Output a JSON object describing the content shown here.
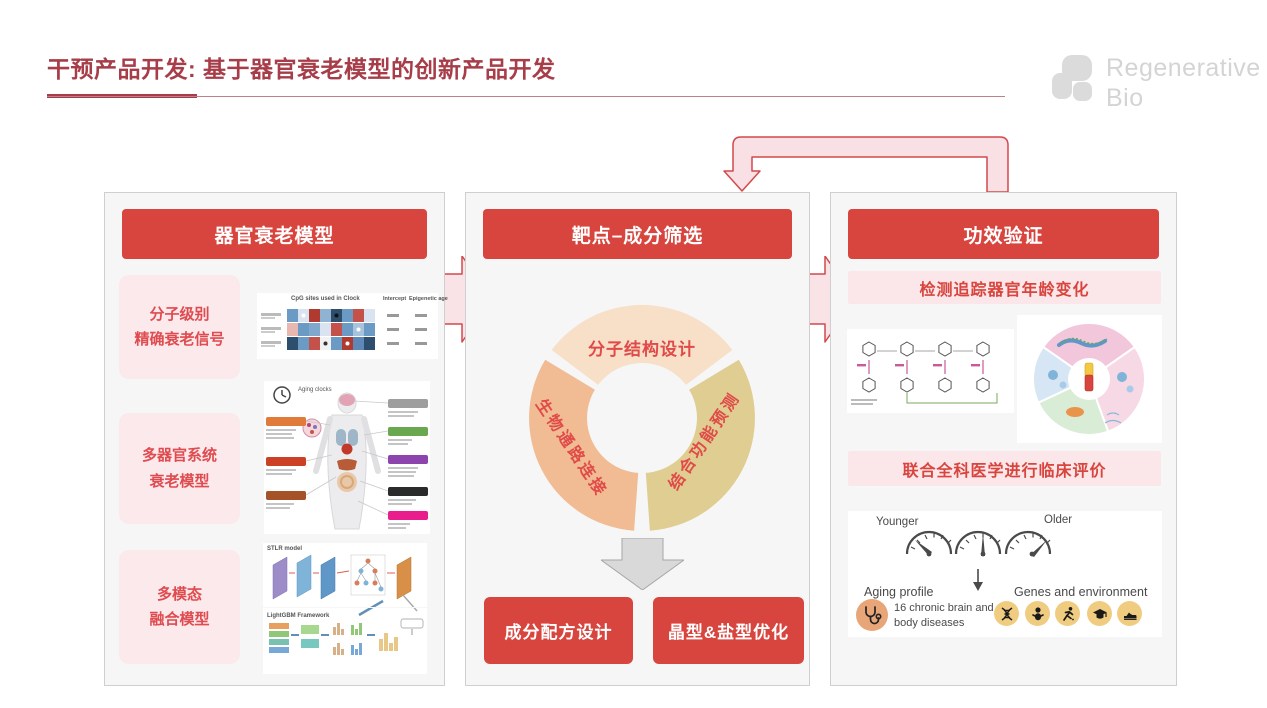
{
  "slide": {
    "title": "干预产品开发: 基于器官衰老模型的创新产品开发",
    "logo_line1": "Regenerative",
    "logo_line2": "Bio"
  },
  "colors": {
    "accent_red": "#D8453E",
    "title_red": "#A63D49",
    "pink_box": "#FBE9EC",
    "banner_pink": "#FBE7E9",
    "donut_top": "#F7DFC8",
    "donut_left": "#F1BB93",
    "donut_right": "#DFCD92",
    "panel_bg": "#F6F6F6"
  },
  "panel1": {
    "header": "器官衰老模型",
    "items": [
      {
        "line1": "分子级别",
        "line2": "精确衰老信号"
      },
      {
        "line1": "多器官系统",
        "line2": "衰老模型"
      },
      {
        "line1": "多模态",
        "line2": "融合模型"
      }
    ],
    "fig_cpg": {
      "title": "CpG sites used in Clock",
      "col_intercept": "Intercept",
      "col_epigenetic_age": "Epigenetic age"
    },
    "fig_body": {
      "caption": "Aging clocks"
    },
    "fig_ml": {
      "caption_top": "STLR model",
      "caption_bottom": "LightGBM Framework"
    }
  },
  "panel2": {
    "header": "靶点–成分筛选",
    "donut": {
      "top": "分子结构设计",
      "left": "生物通路连接",
      "right": "结合功能预测"
    },
    "buttons": [
      {
        "label": "成分配方设计"
      },
      {
        "label": "晶型&盐型优化"
      }
    ]
  },
  "panel3": {
    "header": "功效验证",
    "banner_track": "检测追踪器官年龄变化",
    "banner_clinical": "联合全科医学进行临床评价",
    "gauges": {
      "younger": "Younger",
      "older": "Older",
      "aging_profile": "Aging profile",
      "diseases": "16 chronic brain and body diseases",
      "genes_env": "Genes and environment"
    }
  }
}
